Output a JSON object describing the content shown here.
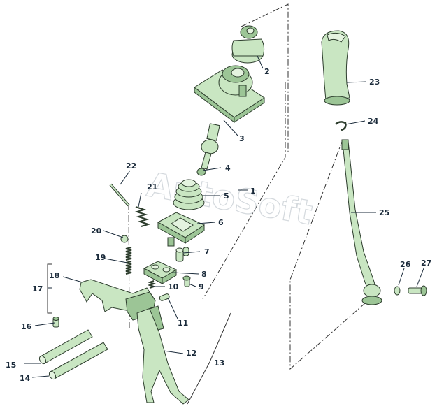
{
  "watermark": "AutoSoft",
  "callouts": [
    "1",
    "2",
    "3",
    "4",
    "5",
    "6",
    "7",
    "8",
    "9",
    "10",
    "11",
    "12",
    "13",
    "14",
    "15",
    "16",
    "17",
    "18",
    "19",
    "20",
    "21",
    "22",
    "23",
    "24",
    "25",
    "26",
    "27"
  ]
}
